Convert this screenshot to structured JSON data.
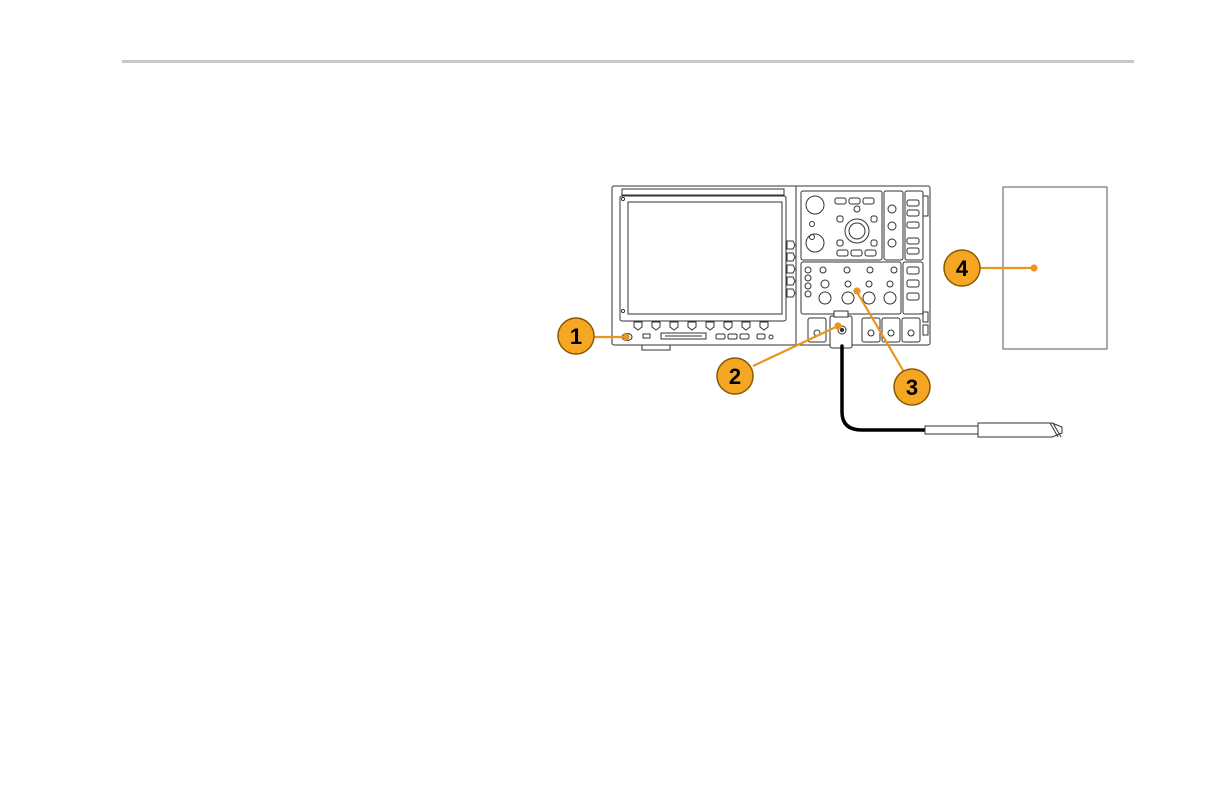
{
  "colors": {
    "callout": "#f5a623",
    "callout_stroke": "#8a5a00",
    "leader": "#e8961e",
    "outline": "#333333",
    "rule": "#c8c8c8"
  },
  "callouts": [
    {
      "label": "1"
    },
    {
      "label": "2"
    },
    {
      "label": "3"
    },
    {
      "label": "4"
    }
  ]
}
